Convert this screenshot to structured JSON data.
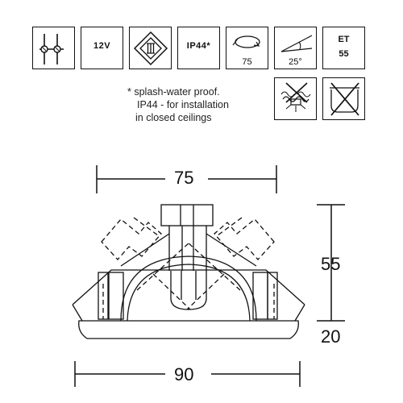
{
  "symbols": {
    "transformer_label": "",
    "voltage": "12V",
    "protection_class_label": "",
    "ip_rating": "IP44*",
    "rotation_value": "75",
    "beam_angle": "25°",
    "et_label": "ET",
    "et_value": "55"
  },
  "note": {
    "line1": "* splash-water proof.",
    "line2": "IP44 - for installation",
    "line3": "in closed ceilings"
  },
  "dimensions": {
    "top_width": "75",
    "height": "55",
    "flange_height": "20",
    "bottom_width": "90"
  }
}
